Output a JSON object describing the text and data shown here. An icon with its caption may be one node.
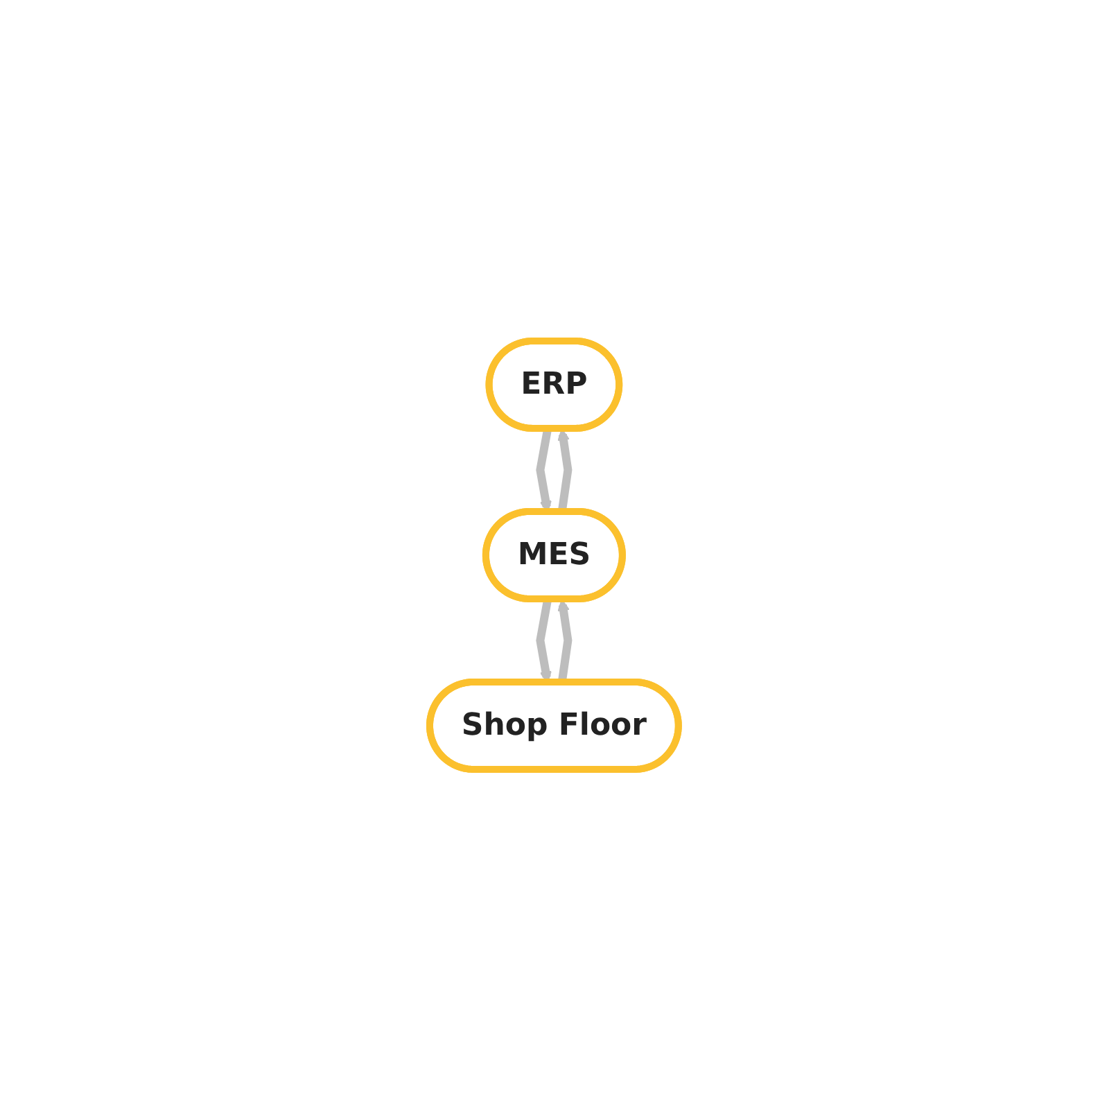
{
  "diagram": {
    "nodes": [
      {
        "text": [
          "ERP"
        ]
      },
      {
        "text": [
          "MES"
        ]
      },
      {
        "text": [
          "Shop Floor"
        ]
      }
    ],
    "edges": [
      {
        "from": 0,
        "to": 1,
        "arrow": "to"
      },
      {
        "from": 1,
        "to": 0,
        "arrow": "to"
      },
      {
        "from": 1,
        "to": 2,
        "arrow": "to"
      },
      {
        "from": 2,
        "to": 1,
        "arrow": "to"
      }
    ]
  }
}
